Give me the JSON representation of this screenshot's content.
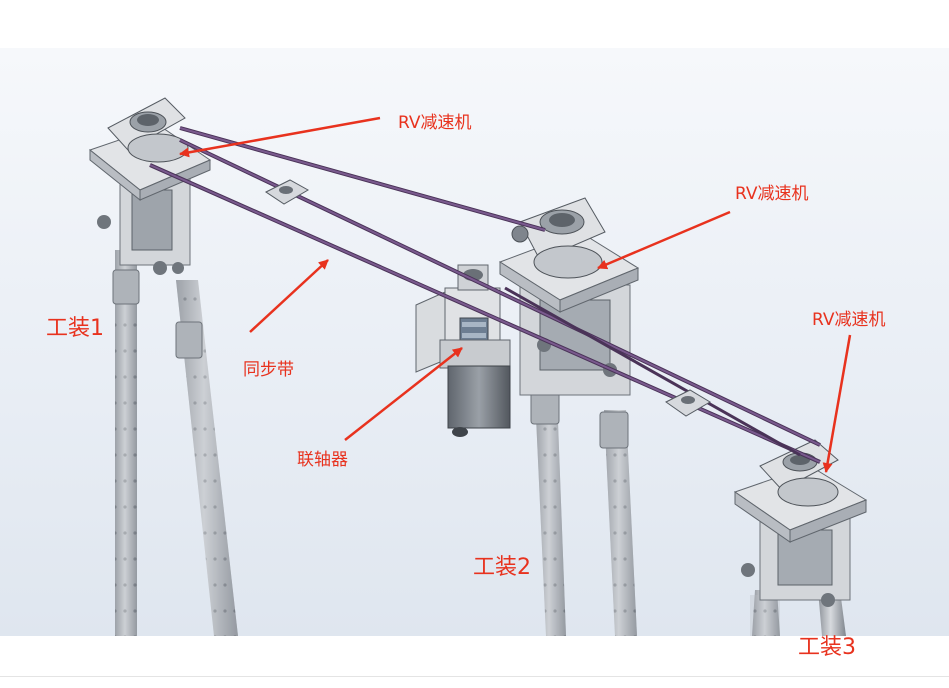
{
  "labels": {
    "rv_reducer_1": "RV减速机",
    "rv_reducer_2": "RV减速机",
    "rv_reducer_3": "RV减速机",
    "timing_belt": "同步带",
    "coupling": "联轴器",
    "fixture_1": "工装1",
    "fixture_2": "工装2",
    "fixture_3": "工装3"
  },
  "colors": {
    "annotation": "#e8321e",
    "belt": "#6b4a7e",
    "metal": "#c9ccd1",
    "metal_dark": "#7f858d",
    "background": "#e9eef5"
  }
}
